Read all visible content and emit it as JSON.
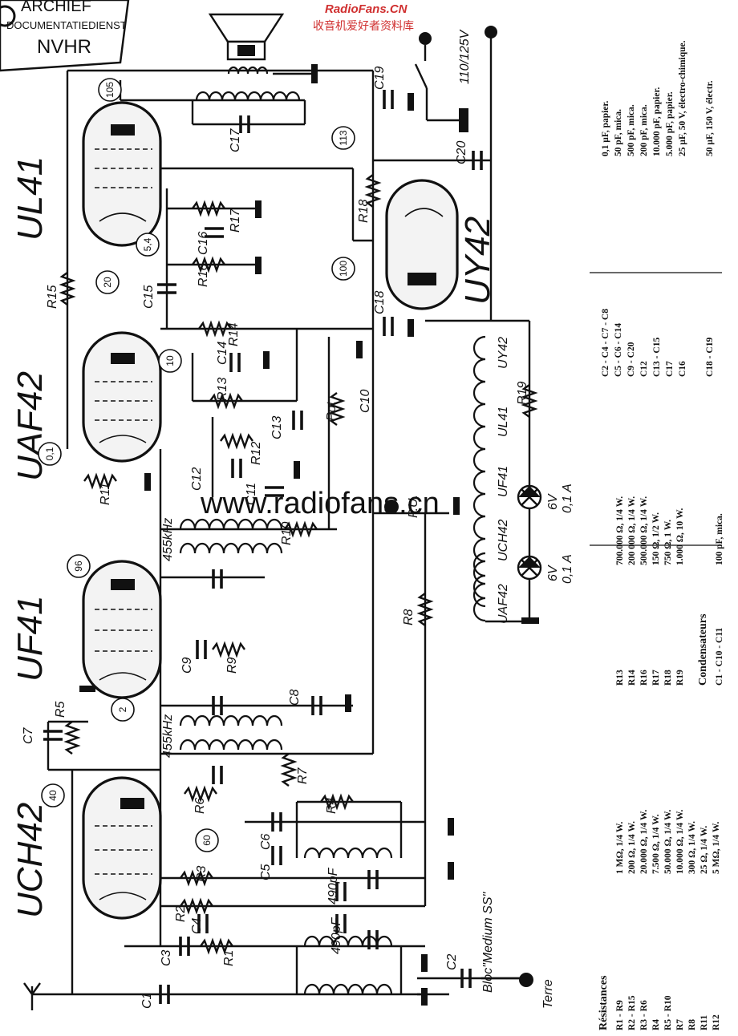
{
  "stamp": {
    "line1": "ARCHIEF",
    "line2": "DOCUMENTATIEDIENST",
    "line3": "NVHR"
  },
  "watermark": {
    "site": "RadioFans.CN",
    "chinese": "收音机爱好者资料库",
    "faint": "www.radiofans.cn"
  },
  "tubes": [
    "UCH42",
    "UF41",
    "UAF42",
    "UL41",
    "UY42"
  ],
  "supply_label": "110/125V",
  "labels": {
    "bloc": "Bloc\"Medium SS\"",
    "pickup": "P.U.",
    "terre": "Terre",
    "pot": "Pot",
    "if1": "455kHz",
    "if2": "455kHz",
    "pf490a": "490pF",
    "pf490b": "490pF",
    "lamp_v": "6V",
    "lamp_a": "0,1 A"
  },
  "components": {
    "R1": "R1",
    "R2": "R2",
    "R3": "R3",
    "R4": "R4",
    "R5": "R5",
    "R6": "R6",
    "R7": "R7",
    "R8": "R8",
    "R9": "R9",
    "R10": "R10",
    "R11": "R11",
    "R12": "R12",
    "R13": "R13",
    "R14": "R14",
    "R15": "R15",
    "R16": "R16",
    "R17": "R17",
    "R18": "R18",
    "R19": "R19",
    "C1": "C1",
    "C2": "C2",
    "C3": "C3",
    "C4": "C4",
    "C5": "C5",
    "C6": "C6",
    "C7": "C7",
    "C8": "C8",
    "C9": "C9",
    "C10": "C10",
    "C11": "C11",
    "C12": "C12",
    "C13": "C13",
    "C14": "C14",
    "C15": "C15",
    "C16": "C16",
    "C17": "C17",
    "C18": "C18",
    "C19": "C19",
    "C20": "C20"
  },
  "heater_chain": [
    "UY42",
    "UL41",
    "UF41",
    "UCH42",
    "UAF42"
  ],
  "voltages": [
    "105",
    "113",
    "5,4",
    "20",
    "100",
    "10",
    "0,1",
    "96",
    "2",
    "40",
    "60"
  ],
  "table": {
    "resistances_title": "Résistances",
    "condensers_title": "Condensateurs",
    "resistances_col1": [
      {
        "ref": "R1 - R9",
        "value": "1 MΩ, 1/4 W."
      },
      {
        "ref": "R2 - R15",
        "value": "200 Ω, 1/4 W."
      },
      {
        "ref": "R3 - R6",
        "value": "20.000 Ω, 1/4 W."
      },
      {
        "ref": "R4",
        "value": "7.500 Ω, 1/4 W."
      },
      {
        "ref": "R5 - R10",
        "value": "50.000 Ω, 1/4 W."
      },
      {
        "ref": "R7",
        "value": "10.000 Ω, 1/4 W."
      },
      {
        "ref": "R8",
        "value": "300 Ω, 1/4 W."
      },
      {
        "ref": "R11",
        "value": "25 Ω, 1/4 W."
      },
      {
        "ref": "R12",
        "value": "5 MΩ, 1/4 W."
      }
    ],
    "resistances_col2": [
      {
        "ref": "R13",
        "value": "700.000 Ω, 1/4 W."
      },
      {
        "ref": "R14",
        "value": "200 000 Ω, 1/4 W."
      },
      {
        "ref": "R16",
        "value": "500.000 Ω, 1/4 W."
      },
      {
        "ref": "R17",
        "value": "150 Ω, 1/2 W."
      },
      {
        "ref": "R18",
        "value": "750 Ω, 1 W."
      },
      {
        "ref": "R19",
        "value": "1.000 Ω, 10 W."
      }
    ],
    "condensers_col1": [
      {
        "ref": "C1 - C10 - C11",
        "value": "100 pF, mica."
      }
    ],
    "condensers_col2": [
      {
        "ref": "C2 - C4 - C7 - C8",
        "value": "0,1 µF, papier."
      },
      {
        "ref": "C5 - C6 - C14",
        "value": "50 pF, mica."
      },
      {
        "ref": "C9 - C20",
        "value": "500 pF, mica."
      },
      {
        "ref": "C12",
        "value": "200 pF, mica."
      },
      {
        "ref": "C13 - C15",
        "value": "10.000 pF, papier."
      },
      {
        "ref": "C17",
        "value": "5.000 pF, papier."
      },
      {
        "ref": "C16",
        "value": "25 µF, 50 V, électro-chimique."
      },
      {
        "ref": "C18 - C19",
        "value": "50 µF, 150 V, électr."
      }
    ]
  }
}
